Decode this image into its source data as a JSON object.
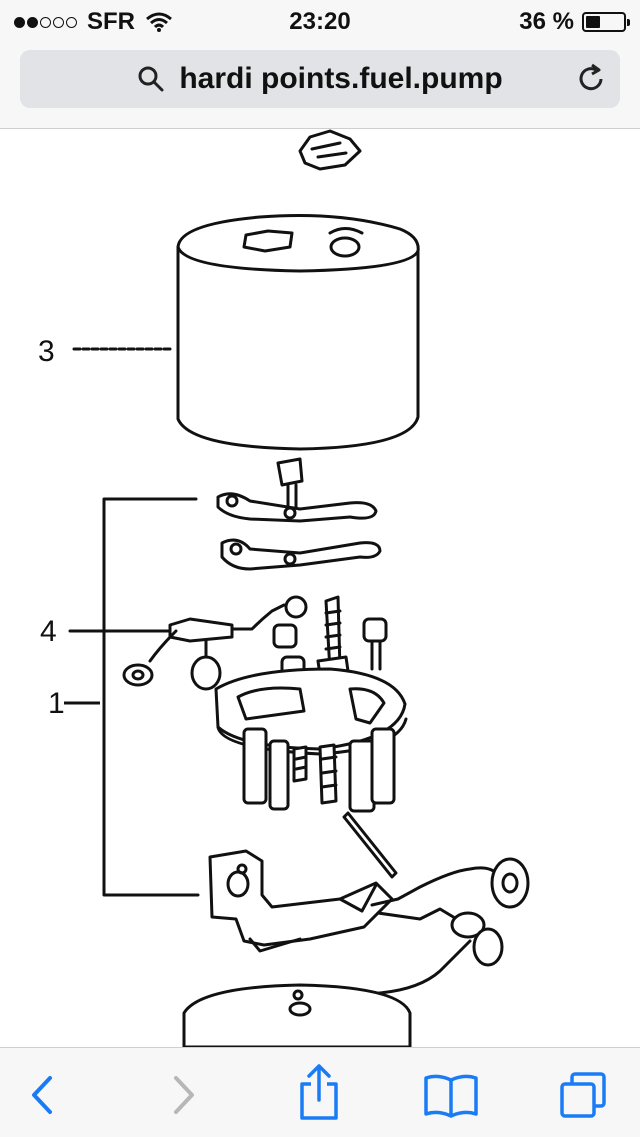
{
  "status_bar": {
    "carrier": "SFR",
    "time": "23:20",
    "battery_percent": "36 %",
    "signal_bars_filled": 2,
    "signal_bars_total": 5,
    "battery_level": 0.36
  },
  "address_bar": {
    "url_text": "hardi points.fuel.pump"
  },
  "diagram": {
    "callouts": [
      "3",
      "4",
      "1"
    ]
  },
  "toolbar": {
    "items": [
      "back-icon",
      "forward-icon",
      "share-icon",
      "bookmarks-icon",
      "tabs-icon"
    ]
  },
  "colors": {
    "accent": "#1a7cf5",
    "disabled": "#b7b7b7"
  }
}
